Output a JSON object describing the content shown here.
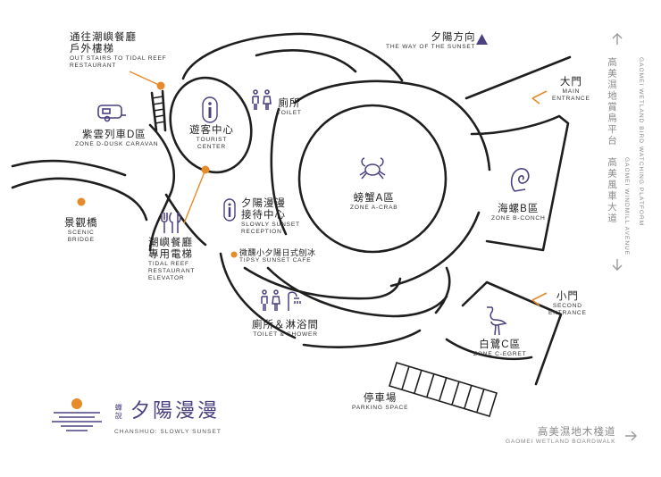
{
  "map": {
    "colors": {
      "line": "#1f1f1f",
      "accent": "#e78a2a",
      "icon": "#4b4180",
      "muted": "#9a9a9a"
    },
    "sunset": {
      "zh": "夕陽方向",
      "en": "THE WAY OF THE SUNSET"
    },
    "tidal_stairs": {
      "zh1": "通往潮嶼餐廳",
      "zh2": "戶外樓梯",
      "en1": "OUT STAIRS TO TIDAL REEF",
      "en2": "RESTAURANT"
    },
    "zone_d": {
      "zh": "紫雲列車D區",
      "en": "ZONE D-DUSK CARAVAN",
      "icon": "caravan-icon"
    },
    "tourist_center": {
      "zh": "遊客中心",
      "en1": "TOURIST",
      "en2": "CENTER",
      "icon": "info-icon"
    },
    "toilet_top": {
      "zh": "廁所",
      "en": "TOILET",
      "icon": "toilet-icon"
    },
    "zone_a": {
      "zh": "螃蟹A區",
      "en": "ZONE A-CRAB",
      "icon": "crab-icon"
    },
    "main_entrance": {
      "zh": "大門",
      "en1": "MAIN",
      "en2": "ENTRANCE"
    },
    "zone_b": {
      "zh": "海螺B區",
      "en": "ZONE B-CONCH",
      "icon": "conch-icon"
    },
    "viewing_bridge": {
      "zh": "景觀橋",
      "en1": "SCENIC",
      "en2": "BRIDGE"
    },
    "elevator": {
      "zh1": "潮嶼餐廳",
      "zh2": "專用電梯",
      "en1": "TIDAL REEF",
      "en2": "RESTAURANT",
      "en3": "ELEVATOR",
      "icon": "cutlery-icon"
    },
    "reception": {
      "zh1": "夕陽漫漫",
      "zh2": "接待中心",
      "en1": "SLOWLY SUNSET",
      "en2": "RECEPTION",
      "cafe_zh": "微醺小夕陽日式刨冰",
      "cafe_en": "TIPSY SUNSET CAFE",
      "icon": "info-icon"
    },
    "second_entrance": {
      "zh": "小門",
      "en1": "SECOND",
      "en2": "ENTRANCE"
    },
    "toilet_shower": {
      "zh": "廁所＆淋浴間",
      "en": "TOILET & SHOWER",
      "icon": "shower-icon"
    },
    "zone_c": {
      "zh": "白鷺C區",
      "en": "ZONE C-EGRET",
      "icon": "egret-icon"
    },
    "parking": {
      "zh": "停車場",
      "en": "PARKING SPACE"
    },
    "boardwalk": {
      "zh": "高美濕地木棧道",
      "en": "GAOMEI WETLAND BOARDWALK"
    },
    "windmill_avenue": {
      "zh": "高美風車大道",
      "en": "GAOMEI WINDMILL AVENUE"
    },
    "bird_platform": {
      "zh": "高美濕地賞鳥平台",
      "en": "GAOMEI WETLAND BIRD WATCHING PLATFORM"
    },
    "logo": {
      "small": "蟬說",
      "title": "夕陽漫漫",
      "en": "CHANSHUO: SLOWLY SUNSET"
    }
  }
}
